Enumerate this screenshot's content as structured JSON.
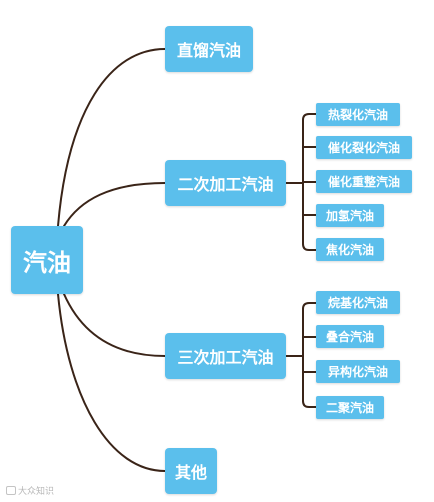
{
  "root": {
    "label": "汽油"
  },
  "branches": [
    {
      "label": "直馏汽油",
      "children": []
    },
    {
      "label": "二次加工汽油",
      "children": [
        "热裂化汽油",
        "催化裂化汽油",
        "催化重整汽油",
        "加氢汽油",
        "焦化汽油"
      ]
    },
    {
      "label": "三次加工汽油",
      "children": [
        "烷基化汽油",
        "叠合汽油",
        "异构化汽油",
        "二聚汽油"
      ]
    },
    {
      "label": "其他",
      "children": []
    }
  ],
  "colors": {
    "node_fill": "#5bbfec",
    "node_text": "#ffffff",
    "connector": "#3a2418"
  },
  "watermark": {
    "text": "大众知识"
  }
}
